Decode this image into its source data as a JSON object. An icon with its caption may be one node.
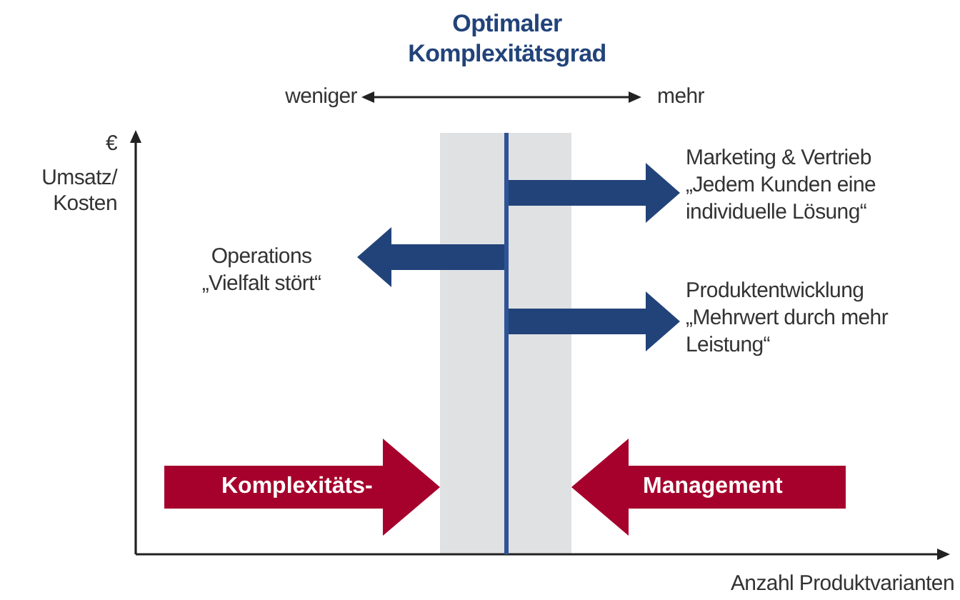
{
  "diagram": {
    "title": "Optimaler Komplexitätsgrad",
    "nodes": [
      {
        "text": [],
        "shape": "bar"
      },
      {
        "text": [
          "Marketing & Vertrieb",
          "„Jedem Kunden eine individuelle Lösung“"
        ]
      },
      {
        "text": [
          "Operations",
          "„Vielfalt stört“"
        ]
      },
      {
        "text": [
          "Produktentwicklung",
          "„Mehrwert durch mehr Leistung“"
        ]
      },
      {
        "text": [
          "Komplexitäts-"
        ]
      },
      {
        "text": [
          "Management"
        ]
      }
    ],
    "edges": [
      {
        "from": 0,
        "to": 1,
        "arrow": "to",
        "color": "#22437a"
      },
      {
        "from": 0,
        "to": 2,
        "arrow": "to",
        "color": "#22437a"
      },
      {
        "from": 0,
        "to": 3,
        "arrow": "to",
        "color": "#22437a"
      }
    ],
    "labels": [
      "weniger",
      "mehr",
      "€",
      "Umsatz/ Kosten",
      "Anzahl Produktvarianten"
    ]
  }
}
